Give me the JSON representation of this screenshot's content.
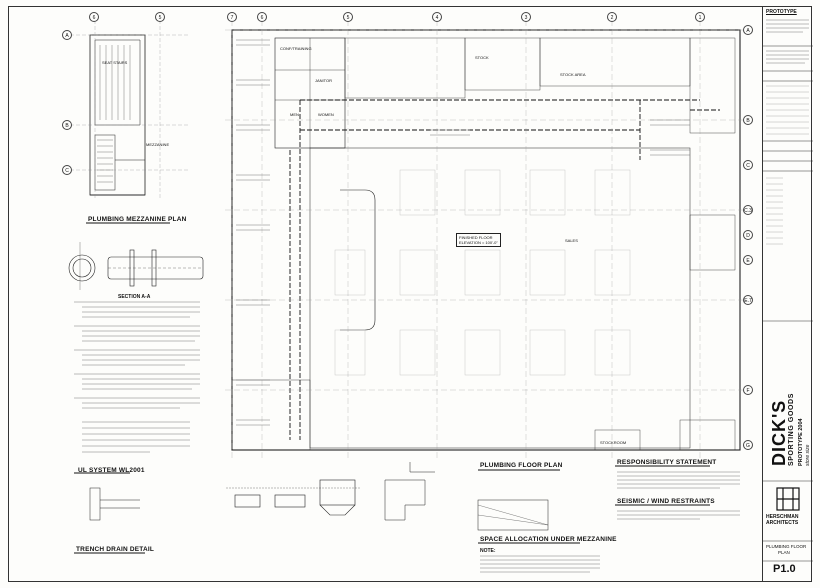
{
  "mezzanine": {
    "title": "PLUMBING MEZZANINE PLAN",
    "section_label": "SECTION A-A",
    "grid": [
      "6",
      "5",
      "A",
      "B",
      "C"
    ],
    "notes": [
      "SEAT STAIRS",
      "MEZZANINE"
    ]
  },
  "floor_plan": {
    "title": "PLUMBING FLOOR PLAN",
    "grid_top": [
      "7",
      "6",
      "5",
      "4",
      "3",
      "2",
      "1"
    ],
    "grid_right": [
      "A",
      "B",
      "C",
      "C.3",
      "D",
      "E",
      "E.7",
      "F",
      "G"
    ],
    "room_labels": [
      "SALES",
      "STOCK",
      "CONF/TRAINING",
      "JANITOR",
      "STOCKROOM",
      "MEN",
      "WOMEN",
      "STOCK AREA"
    ],
    "callout": "FINISHED FLOOR\nELEVATION = 100'-0\""
  },
  "details": {
    "ul_title": "UL SYSTEM WL2001",
    "trench_title": "TRENCH DRAIN DETAIL",
    "space_title": "SPACE ALLOCATION UNDER MEZZANINE",
    "note_title": "NOTE:",
    "responsibility_title": "RESPONSIBILITY STATEMENT",
    "seismic_title": "SEISMIC / WIND RESTRAINTS"
  },
  "title_block": {
    "prototype": "PROTOTYPE",
    "brand": "DICK'S",
    "brand_sub": "SPORTING GOODS",
    "project_line1": "PROTOTYPE 2004",
    "project_line2": "store size",
    "architect_name": "HERSCHMAN",
    "architect_sub": "ARCHITECTS",
    "sheet_title": "PLUMBING FLOOR",
    "sheet_title2": "PLAN",
    "sheet_number": "P1.0"
  },
  "colors": {
    "ink": "#1a1a1a",
    "paper": "#fdfdfb",
    "grid": "#666666"
  }
}
